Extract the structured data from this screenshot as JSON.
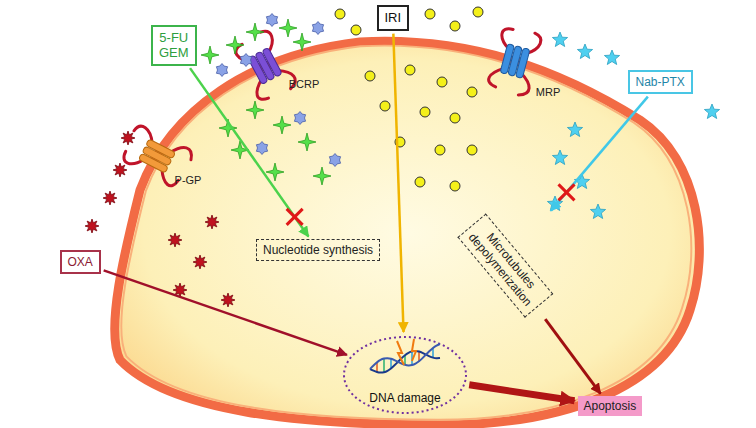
{
  "diagram": {
    "nodes": [
      {
        "text": [
          "5-FU GEM"
        ]
      },
      {
        "text": [
          "IRI"
        ]
      },
      {
        "text": [
          "Nab-PTX"
        ]
      },
      {
        "text": [
          "OXA"
        ]
      },
      {
        "text": [
          "Nucleotide synthesis"
        ]
      },
      {
        "text": [
          "Microtubules depolymerization"
        ]
      },
      {
        "text": [
          "DNA damage"
        ]
      },
      {
        "text": [
          "Apoptosis"
        ]
      }
    ],
    "edges": [
      {
        "from": 0,
        "to": 4,
        "arrow": "to"
      },
      {
        "from": 1,
        "to": 6,
        "arrow": "to"
      },
      {
        "from": 2,
        "to": 5,
        "arrow": "to"
      },
      {
        "from": 3,
        "to": 6,
        "arrow": "to"
      },
      {
        "from": 5,
        "to": 7,
        "arrow": "to"
      },
      {
        "from": 6,
        "to": 7,
        "arrow": "to"
      }
    ],
    "labels": [
      "P-GP",
      "BCRP",
      "MRP"
    ]
  }
}
